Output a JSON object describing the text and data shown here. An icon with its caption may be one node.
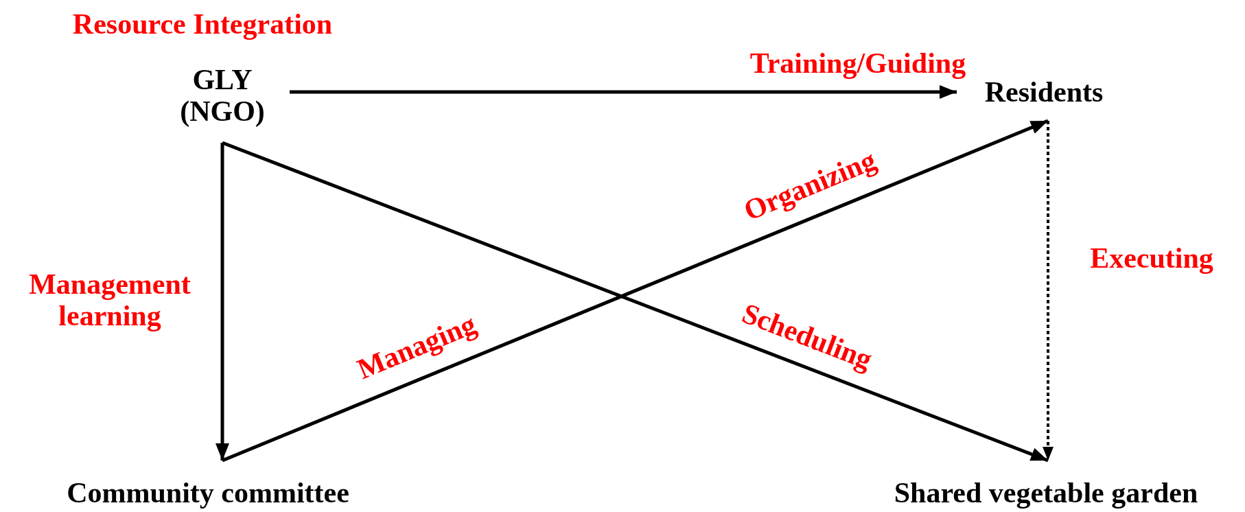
{
  "diagram": {
    "nodes": [
      {
        "text": [
          "GLY (NGO)"
        ],
        "beside": [
          "Resource Integration"
        ]
      },
      {
        "text": [
          "Residents"
        ]
      },
      {
        "text": [
          "Community committee"
        ]
      },
      {
        "text": [
          "Shared vegetable garden"
        ]
      }
    ],
    "edges": [
      {
        "from": 0,
        "to": 1,
        "arrow": "to",
        "label": "Training/Guiding"
      },
      {
        "from": 0,
        "to": 2,
        "arrow": "to",
        "label": "Management learning"
      },
      {
        "from": 2,
        "to": 1,
        "arrow": "to",
        "label": "Organizing"
      },
      {
        "from": 0,
        "to": 3,
        "arrow": "to",
        "label": "Scheduling"
      },
      {
        "from": 1,
        "to": 3,
        "arrow": "to",
        "label": "Executing",
        "style": "dashed"
      }
    ],
    "labels": [
      "Managing"
    ]
  }
}
